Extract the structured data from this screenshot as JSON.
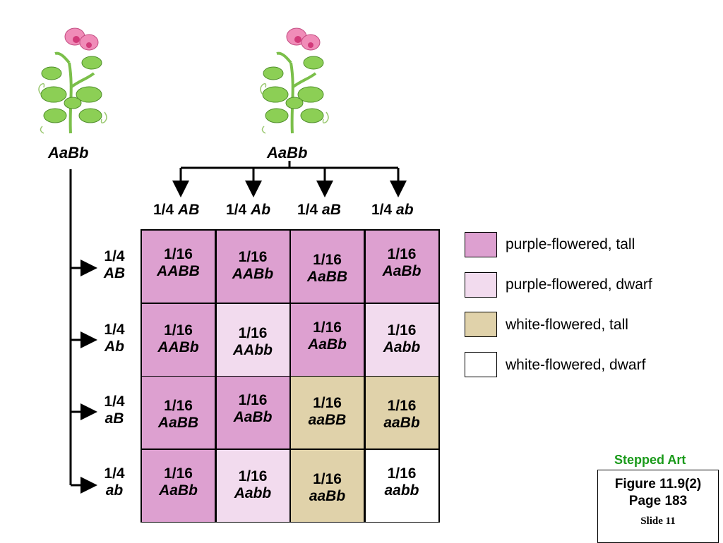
{
  "parents": {
    "left": {
      "genotype": "AaBb"
    },
    "right": {
      "genotype": "AaBb"
    }
  },
  "gametes_top": [
    {
      "fraction": "1/4",
      "genotype": "AB"
    },
    {
      "fraction": "1/4",
      "genotype": "Ab"
    },
    {
      "fraction": "1/4",
      "genotype": "aB"
    },
    {
      "fraction": "1/4",
      "genotype": "ab"
    }
  ],
  "gametes_side": [
    {
      "fraction": "1/4",
      "genotype": "AB"
    },
    {
      "fraction": "1/4",
      "genotype": "Ab"
    },
    {
      "fraction": "1/4",
      "genotype": "aB"
    },
    {
      "fraction": "1/4",
      "genotype": "ab"
    }
  ],
  "grid": [
    [
      {
        "p": "1/16",
        "g": "AABB",
        "phenotype": "purple_tall"
      },
      {
        "p": "1/16",
        "g": "AABb",
        "phenotype": "purple_tall"
      },
      {
        "p": "1/16",
        "g": "AaBB",
        "phenotype": "purple_tall"
      },
      {
        "p": "1/16",
        "g": "AaBb",
        "phenotype": "purple_tall"
      }
    ],
    [
      {
        "p": "1/16",
        "g": "AABb",
        "phenotype": "purple_tall"
      },
      {
        "p": "1/16",
        "g": "AAbb",
        "phenotype": "purple_dwarf"
      },
      {
        "p": "1/16",
        "g": "AaBb",
        "phenotype": "purple_tall"
      },
      {
        "p": "1/16",
        "g": "Aabb",
        "phenotype": "purple_dwarf"
      }
    ],
    [
      {
        "p": "1/16",
        "g": "AaBB",
        "phenotype": "purple_tall"
      },
      {
        "p": "1/16",
        "g": "AaBb",
        "phenotype": "purple_tall"
      },
      {
        "p": "1/16",
        "g": "aaBB",
        "phenotype": "white_tall"
      },
      {
        "p": "1/16",
        "g": "aaBb",
        "phenotype": "white_tall"
      }
    ],
    [
      {
        "p": "1/16",
        "g": "AaBb",
        "phenotype": "purple_tall"
      },
      {
        "p": "1/16",
        "g": "Aabb",
        "phenotype": "purple_dwarf"
      },
      {
        "p": "1/16",
        "g": "aaBb",
        "phenotype": "white_tall"
      },
      {
        "p": "1/16",
        "g": "aabb",
        "phenotype": "white_dwarf"
      }
    ]
  ],
  "legend": [
    {
      "key": "purple_tall",
      "label": "purple-flowered, tall",
      "color": "#dda0d0"
    },
    {
      "key": "purple_dwarf",
      "label": "purple-flowered, dwarf",
      "color": "#f2dbee"
    },
    {
      "key": "white_tall",
      "label": "white-flowered, tall",
      "color": "#e0d2aa"
    },
    {
      "key": "white_dwarf",
      "label": "white-flowered, dwarf",
      "color": "#ffffff"
    }
  ],
  "footer": {
    "stepped_art": "Stepped Art",
    "figure": "Figure 11.9(2)",
    "page": "Page 183",
    "slide": "Slide 11"
  }
}
